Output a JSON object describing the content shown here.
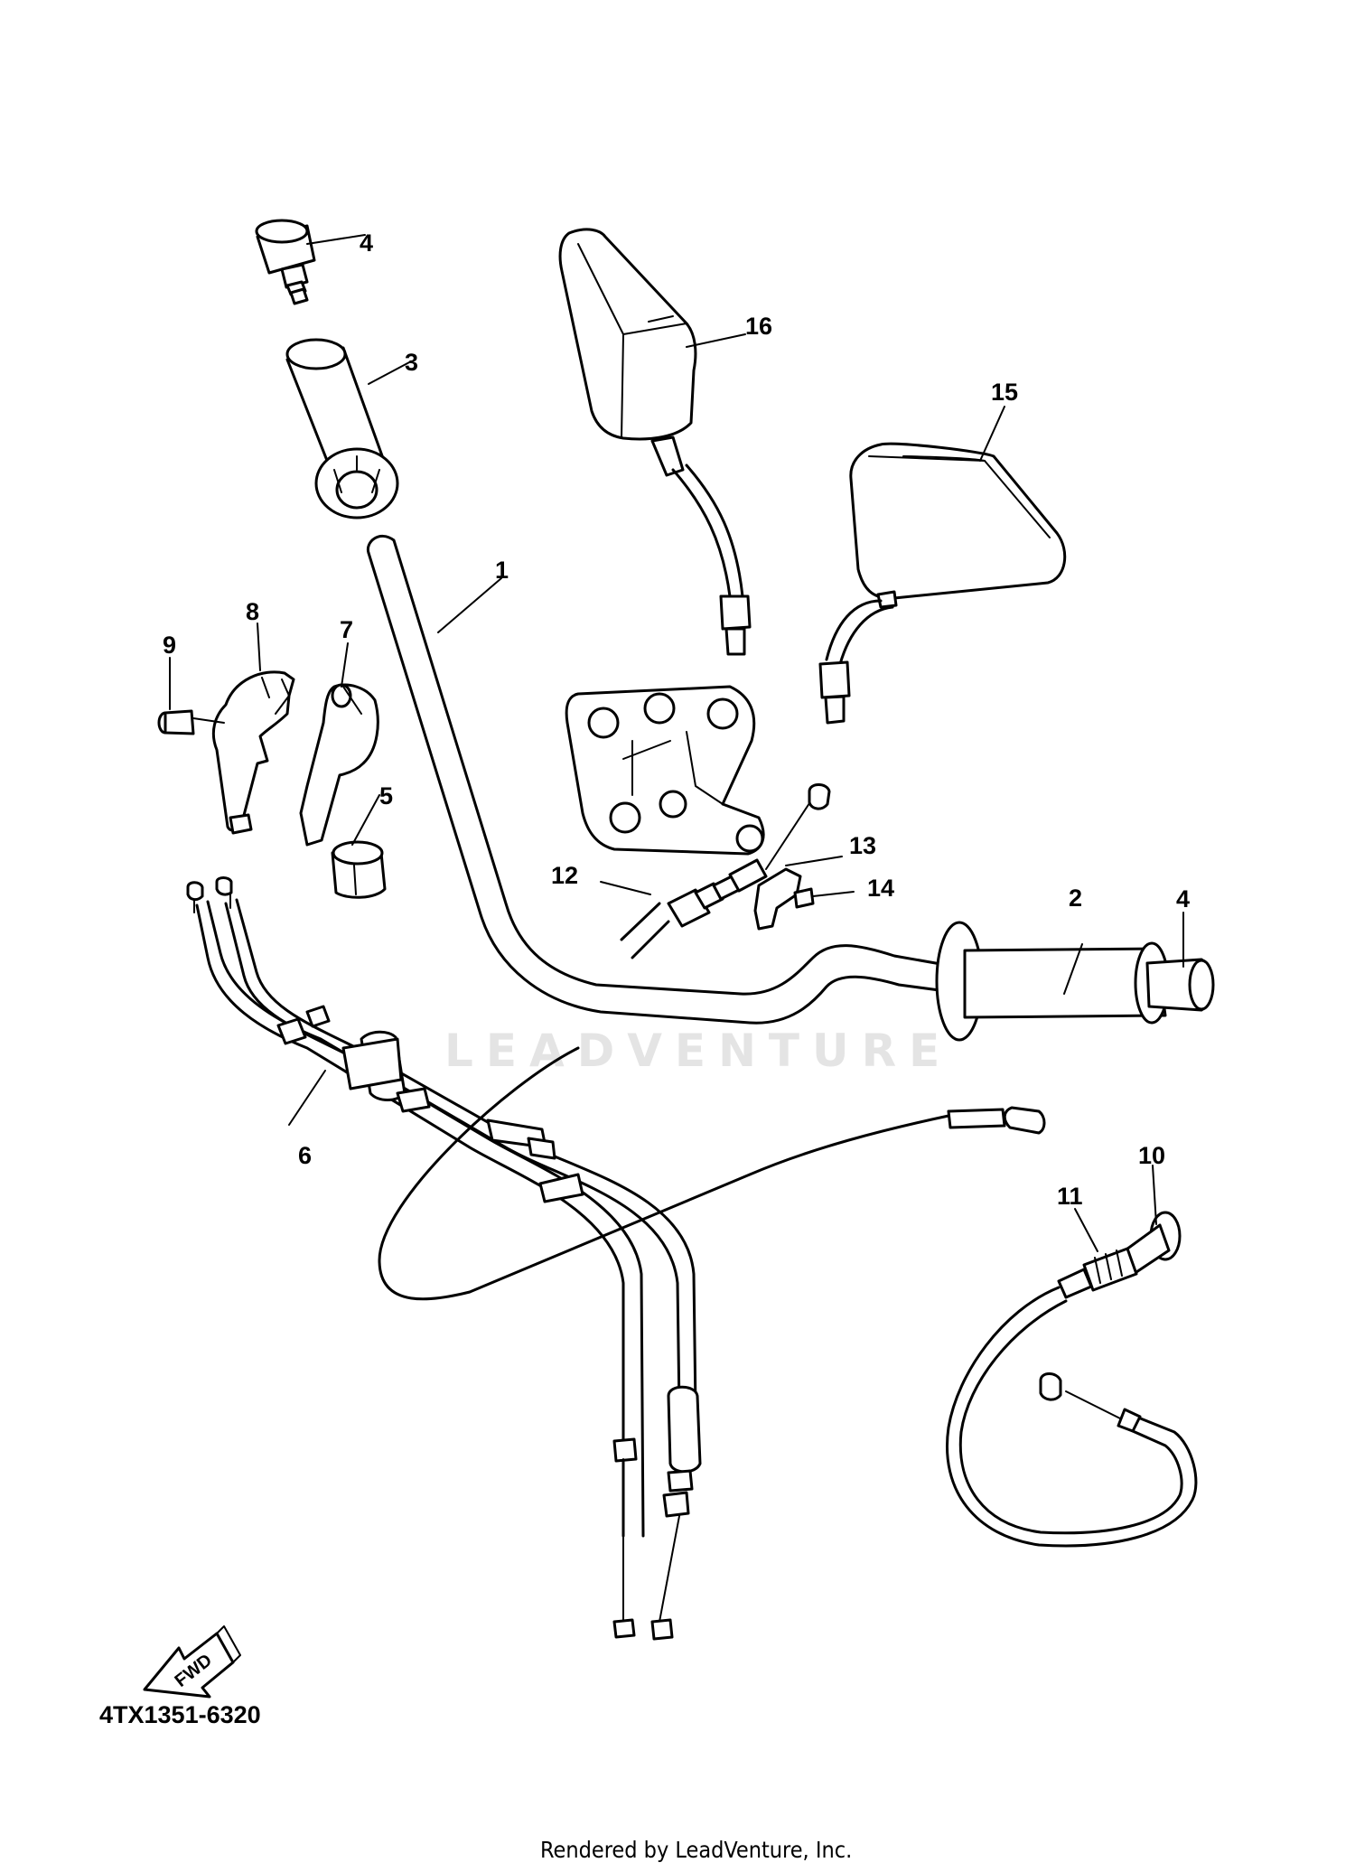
{
  "diagram": {
    "part_numbers": [
      "1",
      "2",
      "3",
      "4",
      "4",
      "5",
      "6",
      "7",
      "8",
      "9",
      "10",
      "11",
      "12",
      "13",
      "14",
      "15",
      "16"
    ],
    "direction_label": "FWD",
    "diagram_code": "4TX1351-6320",
    "watermark": "LEADVENTURE",
    "credit": "Rendered by LeadVenture, Inc."
  }
}
